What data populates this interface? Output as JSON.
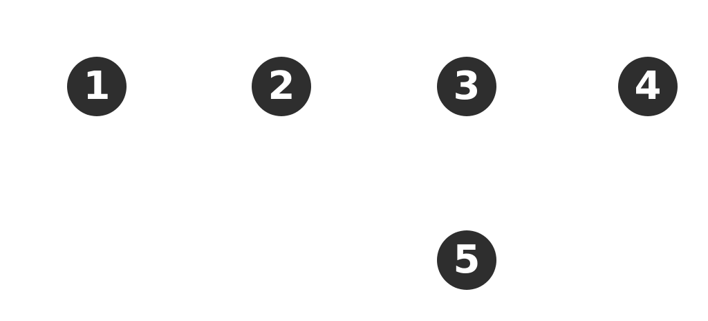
{
  "markers": [
    {
      "label": "1"
    },
    {
      "label": "2"
    },
    {
      "label": "3"
    },
    {
      "label": "4"
    },
    {
      "label": "5"
    }
  ],
  "colors": {
    "marker_fill": "#2e2e2e",
    "marker_text": "#ffffff",
    "background": "#ffffff"
  }
}
